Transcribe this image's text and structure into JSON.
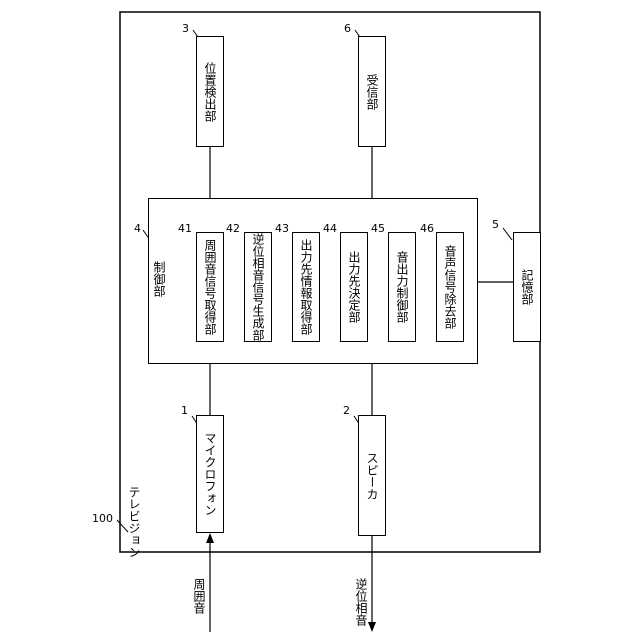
{
  "tv": {
    "ref": "100",
    "label": "テレビジョン"
  },
  "mic": {
    "ref": "1",
    "label": "マイクロフォン"
  },
  "speaker": {
    "ref": "2",
    "label": "スピーカ"
  },
  "position_detector": {
    "ref": "3",
    "label": "位置検出部"
  },
  "control": {
    "ref": "4",
    "label": "制御部"
  },
  "storage": {
    "ref": "5",
    "label": "記憶部"
  },
  "receiver": {
    "ref": "6",
    "label": "受信部"
  },
  "control_units": [
    {
      "ref": "41",
      "label": "周囲音信号取得部"
    },
    {
      "ref": "42",
      "label": "逆位相音信号生成部"
    },
    {
      "ref": "43",
      "label": "出力先情報取得部"
    },
    {
      "ref": "44",
      "label": "出力先決定部"
    },
    {
      "ref": "45",
      "label": "音出力制御部"
    },
    {
      "ref": "46",
      "label": "音声信号除去部"
    }
  ],
  "signals": {
    "ambient_in": "周囲音",
    "antiphase_out": "逆位相音"
  }
}
